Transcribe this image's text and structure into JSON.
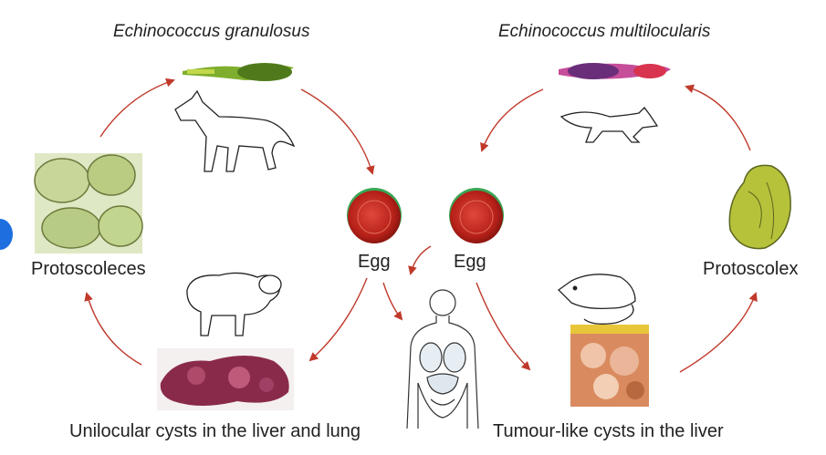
{
  "species": {
    "left": "Echinococcus granulosus",
    "right": "Echinococcus multilocularis"
  },
  "labels": {
    "protoscoleces": "Protoscoleces",
    "protoscolex": "Protoscolex",
    "egg_left": "Egg",
    "egg_right": "Egg",
    "cysts_left": "Unilocular cysts in the liver and lung",
    "cysts_right": "Tumour-like cysts in the liver"
  },
  "colors": {
    "arrow": "#c0392b",
    "egg": "#c8281e",
    "egg_rim": "#3aa655",
    "worm_left": "#6f9a2a",
    "worm_right": "#b03a86",
    "cyst_green": "#a9bf6a",
    "liver": "#8a2a4a",
    "tumour": "#d98b5f"
  }
}
